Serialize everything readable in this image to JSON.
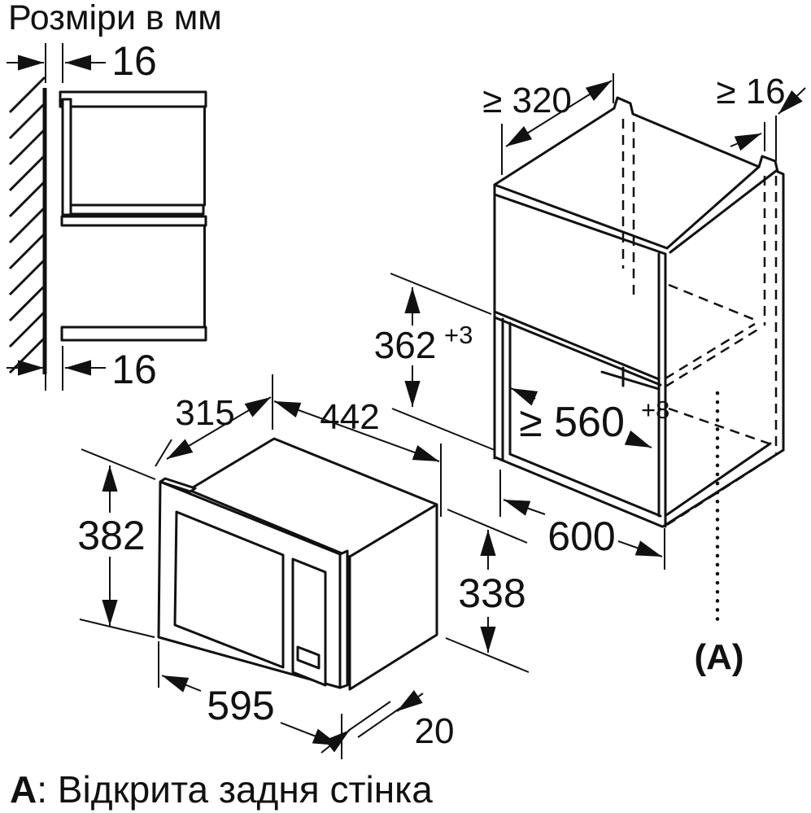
{
  "title": "Розміри в мм",
  "caption": {
    "label": "A",
    "text": ": Відкрита задня стінка"
  },
  "marker_a": "(A)",
  "colors": {
    "line": "#111111",
    "background": "#ffffff"
  },
  "dims": {
    "gap_top": "16",
    "gap_bottom": "16",
    "mw_depth": "315",
    "mw_body_width": "442",
    "mw_height": "382",
    "mw_front_width": "595",
    "mw_frame": "20",
    "mw_body_height": "338",
    "cab_min_depth": "≥ 320",
    "cab_back_gap": "≥ 16",
    "niche_height": "362",
    "niche_height_tol": "+3",
    "niche_width": "≥ 560",
    "niche_width_tol": "+8",
    "cab_width": "600"
  }
}
